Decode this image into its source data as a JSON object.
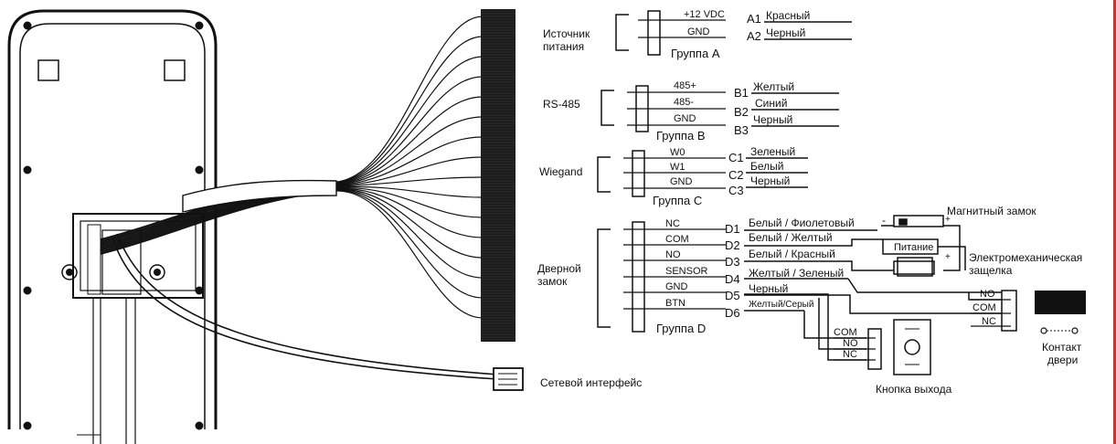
{
  "colors": {
    "stroke": "#111111",
    "bundle": "#1a1a1a",
    "edge": "#c0392b"
  },
  "groups": {
    "a": {
      "side_label": [
        "Источник",
        "питания"
      ],
      "group_label": "Группа A",
      "pins": [
        {
          "pin": "+12 VDC",
          "term": "A1",
          "wire": "Красный"
        },
        {
          "pin": "GND",
          "term": "A2",
          "wire": "Черный"
        }
      ]
    },
    "b": {
      "side_label": [
        "RS-485"
      ],
      "group_label": "Группа B",
      "pins": [
        {
          "pin": "485+",
          "term": "B1",
          "wire": "Желтый"
        },
        {
          "pin": "485-",
          "term": "B2",
          "wire": "Синий"
        },
        {
          "pin": "GND",
          "term": "B3",
          "wire": "Черный"
        }
      ]
    },
    "c": {
      "side_label": [
        "Wiegand"
      ],
      "group_label": "Группа C",
      "pins": [
        {
          "pin": "W0",
          "term": "C1",
          "wire": "Зеленый"
        },
        {
          "pin": "W1",
          "term": "C2",
          "wire": "Белый"
        },
        {
          "pin": "GND",
          "term": "C3",
          "wire": "Черный"
        }
      ]
    },
    "d": {
      "side_label": [
        "Дверной",
        "замок"
      ],
      "group_label": "Группа D",
      "pins": [
        {
          "pin": "NC",
          "term": "D1",
          "wire": "Белый / Фиолетовый"
        },
        {
          "pin": "COM",
          "term": "D2",
          "wire": "Белый / Желтый"
        },
        {
          "pin": "NO",
          "term": "D3",
          "wire": "Белый / Красный"
        },
        {
          "pin": "SENSOR",
          "term": "D4",
          "wire": "Желтый / Зеленый"
        },
        {
          "pin": "GND",
          "term": "D5",
          "wire": "Черный"
        },
        {
          "pin": "BTN",
          "term": "D6",
          "wire": "Желтый/Серый"
        }
      ]
    }
  },
  "devices": {
    "maglock": "Магнитный замок",
    "power": "Питание",
    "electromech": [
      "Электромеханическая",
      "защелка"
    ],
    "contact": [
      "Контакт",
      "двери"
    ],
    "exit_button": "Кнопка выхода",
    "contact_pins": [
      "NO",
      "COM",
      "NC"
    ],
    "button_pins": [
      "COM",
      "NO",
      "NC"
    ]
  },
  "network_label": "Сетевой интерфейс"
}
